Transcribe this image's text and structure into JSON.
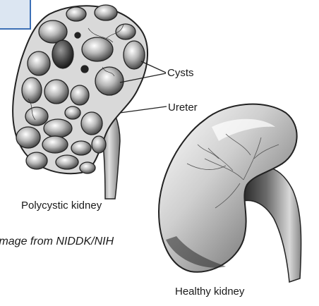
{
  "labels": {
    "cysts": "Cysts",
    "ureter": "Ureter",
    "polycystic_caption": "Polycystic kidney",
    "healthy_caption": "Healthy kidney",
    "credit": "Image from NIDDK/NIH"
  },
  "colors": {
    "frame_blue": "#3b6fb6",
    "frame_fill": "#dce6f2",
    "ink": "#1a1a1a"
  }
}
